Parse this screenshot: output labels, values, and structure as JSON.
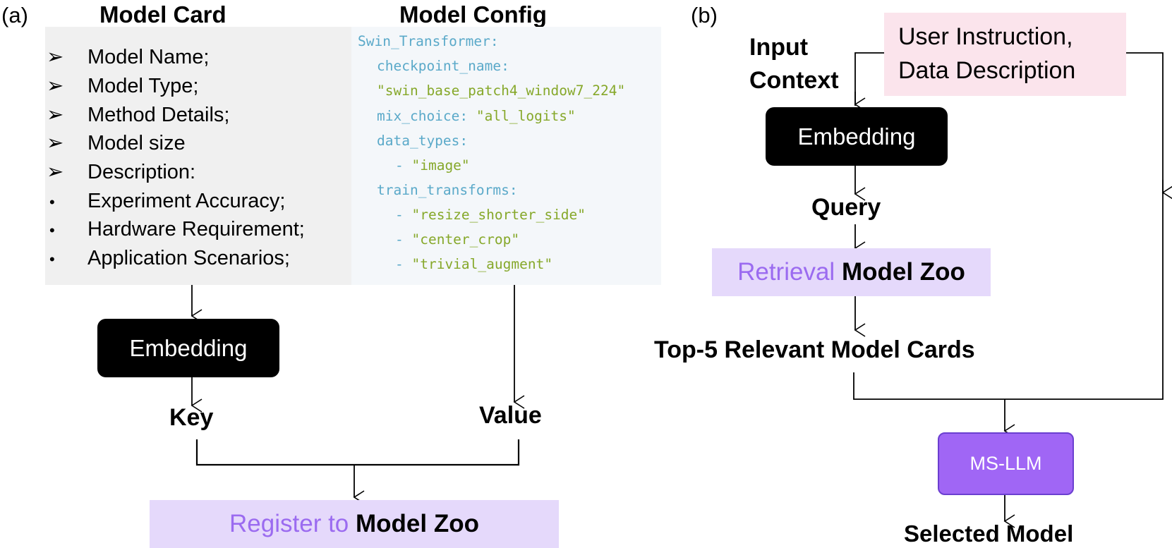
{
  "panel_a": {
    "letter": "(a)",
    "model_card_title": "Model Card",
    "model_config_title": "Model Config",
    "card_items": [
      {
        "marker": "➢",
        "text": "Model Name;"
      },
      {
        "marker": "➢",
        "text": "Model Type;"
      },
      {
        "marker": "➢",
        "text": "Method Details;"
      },
      {
        "marker": "➢",
        "text": "Model size"
      },
      {
        "marker": "➢",
        "text": "Description:"
      },
      {
        "marker": "•",
        "text": "Experiment  Accuracy;"
      },
      {
        "marker": "•",
        "text": "Hardware Requirement;"
      },
      {
        "marker": "•",
        "text": "Application Scenarios;"
      }
    ],
    "config": {
      "root_key": "Swin_Transformer:",
      "checkpoint_key": "checkpoint_name:",
      "checkpoint_value": "\"swin_base_patch4_window7_224\"",
      "mix_key": "mix_choice:",
      "mix_value": "\"all_logits\"",
      "data_types_key": "data_types:",
      "data_types_item": "\"image\"",
      "train_key": "train_transforms:",
      "train_items": [
        "\"resize_shorter_side\"",
        "\"center_crop\"",
        "\"trivial_augment\""
      ]
    },
    "embedding_label": "Embedding",
    "key_label": "Key",
    "value_label": "Value",
    "register_light": "Register to",
    "register_bold": "Model Zoo"
  },
  "panel_b": {
    "letter": "(b)",
    "input_context_line1": "Input",
    "input_context_line2": "Context",
    "user_instruction_line1": "User Instruction,",
    "user_instruction_line2": "Data Description",
    "embedding_label": "Embedding",
    "query_label": "Query",
    "retrieval_light": "Retrieval",
    "retrieval_bold": "Model Zoo",
    "top5_label": "Top-5  Relevant  Model Cards",
    "msllm_label": "MS-LLM",
    "selected_label": "Selected Model"
  },
  "colors": {
    "purple_fill": "#e5d9fb",
    "purple_text": "#9b6bf0",
    "pink_fill": "#fbe4ec",
    "msllm_fill": "#a066f5",
    "config_key": "#5aa9c9",
    "config_string": "#86a82a"
  }
}
